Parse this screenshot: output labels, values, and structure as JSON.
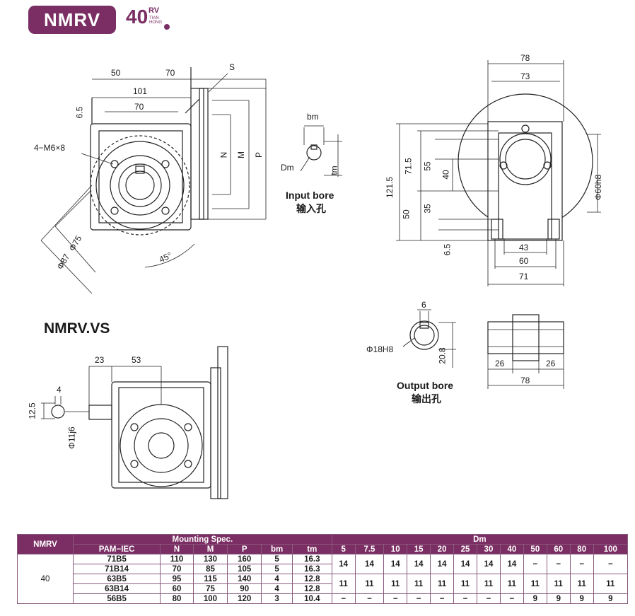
{
  "header": {
    "model": "NMRV",
    "size": "40",
    "size_suffix": "RV",
    "brand_line1": "TIAN",
    "brand_line2": "HONG"
  },
  "main_view": {
    "dims": {
      "d50": "50",
      "d70a": "70",
      "d101": "101",
      "d70b": "70",
      "d65": "6.5",
      "s": "S",
      "n": "N",
      "m": "M",
      "p": "P",
      "holes": "4−M6×8",
      "phi75": "Φ75",
      "phi87": "Φ87",
      "ang45": "45°"
    }
  },
  "input_bore": {
    "bm": "bm",
    "dm": "Dm",
    "tm": "tm",
    "label_en": "Input bore",
    "label_cn": "输入孔"
  },
  "side_view": {
    "dims": {
      "d78": "78",
      "d73": "73",
      "d121_5": "121.5",
      "d71_5": "71.5",
      "d55": "55",
      "d40": "40",
      "d35": "35",
      "d50": "50",
      "d6_5": "6.5",
      "phi60": "Φ60h8",
      "d43": "43",
      "d60": "60",
      "d71": "71"
    }
  },
  "vs": {
    "title": "NMRV.VS",
    "dims": {
      "d23": "23",
      "d53": "53",
      "d4": "4",
      "d12_5": "12.5",
      "phi11": "Φ11j6"
    }
  },
  "output_bore": {
    "d6": "6",
    "phi18": "Φ18H8",
    "d20_8": "20.8",
    "label_en": "Output bore",
    "label_cn": "输出孔",
    "d26a": "26",
    "d26b": "26",
    "d78": "78"
  },
  "table": {
    "h_model": "NMRV",
    "h_mount": "Mounting Spec.",
    "h_dm": "Dm",
    "cols": [
      "PAM−IEC",
      "N",
      "M",
      "P",
      "bm",
      "tm"
    ],
    "dm_cols": [
      "5",
      "7.5",
      "10",
      "15",
      "20",
      "25",
      "30",
      "40",
      "50",
      "60",
      "80",
      "100"
    ],
    "size": "40",
    "rows": [
      [
        "71B5",
        "110",
        "130",
        "160",
        "5",
        "16.3"
      ],
      [
        "71B14",
        "70",
        "85",
        "105",
        "5",
        "16.3"
      ],
      [
        "63B5",
        "95",
        "115",
        "140",
        "4",
        "12.8"
      ],
      [
        "63B14",
        "60",
        "75",
        "90",
        "4",
        "12.8"
      ],
      [
        "56B5",
        "80",
        "100",
        "120",
        "3",
        "10.4"
      ]
    ],
    "dm_row1": [
      "14",
      "14",
      "14",
      "14",
      "14",
      "14",
      "14",
      "14",
      "−",
      "−",
      "−",
      "−"
    ],
    "dm_row2": [
      "11",
      "11",
      "11",
      "11",
      "11",
      "11",
      "11",
      "11",
      "11",
      "11",
      "11",
      "11"
    ],
    "dm_row3": [
      "−",
      "−",
      "−",
      "−",
      "−",
      "−",
      "−",
      "−",
      "9",
      "9",
      "9",
      "9"
    ]
  }
}
